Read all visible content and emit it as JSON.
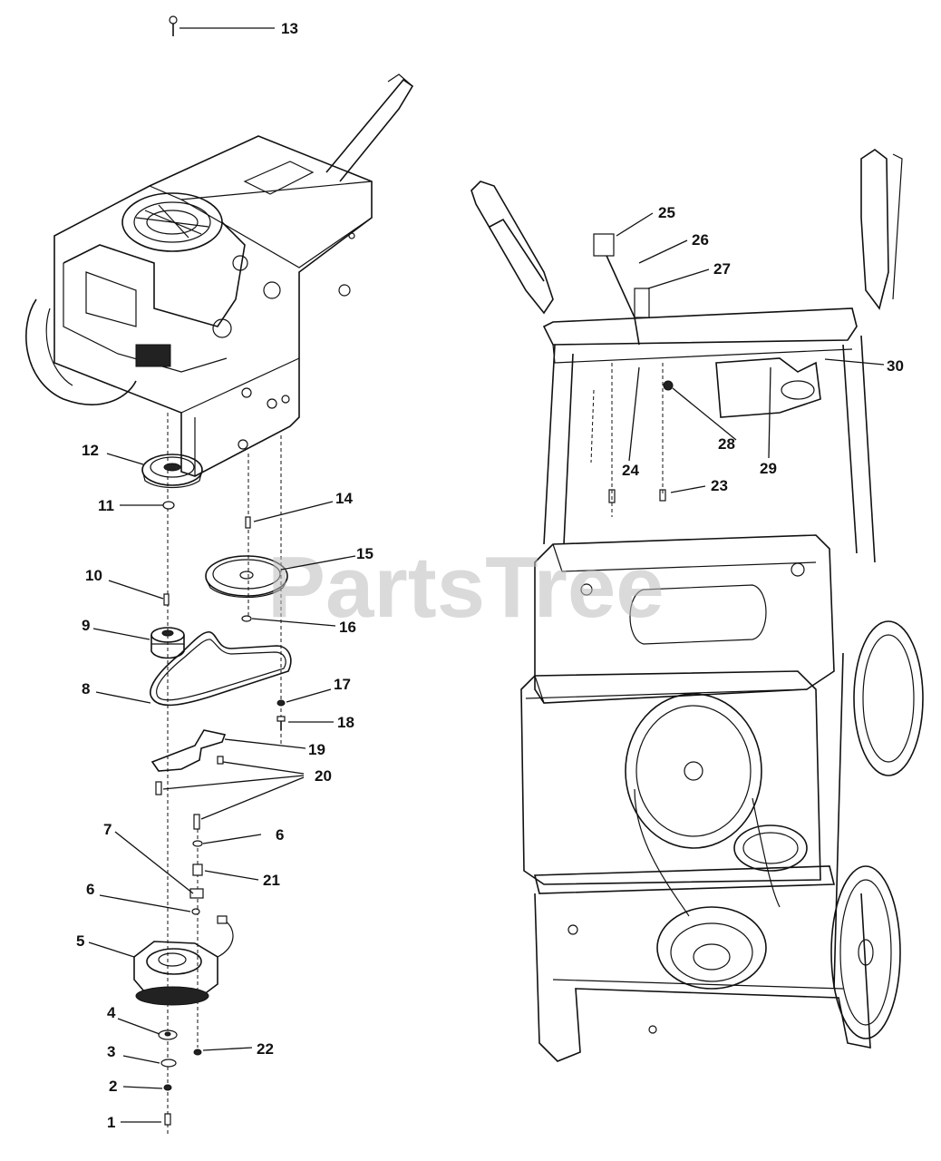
{
  "watermark": "PartsTree",
  "callouts": [
    {
      "id": "c1",
      "label": "1"
    },
    {
      "id": "c2",
      "label": "2"
    },
    {
      "id": "c3",
      "label": "3"
    },
    {
      "id": "c4",
      "label": "4"
    },
    {
      "id": "c5",
      "label": "5"
    },
    {
      "id": "c6a",
      "label": "6"
    },
    {
      "id": "c6b",
      "label": "6"
    },
    {
      "id": "c7",
      "label": "7"
    },
    {
      "id": "c8",
      "label": "8"
    },
    {
      "id": "c9",
      "label": "9"
    },
    {
      "id": "c10",
      "label": "10"
    },
    {
      "id": "c11",
      "label": "11"
    },
    {
      "id": "c12",
      "label": "12"
    },
    {
      "id": "c13",
      "label": "13"
    },
    {
      "id": "c14",
      "label": "14"
    },
    {
      "id": "c15",
      "label": "15"
    },
    {
      "id": "c16",
      "label": "16"
    },
    {
      "id": "c17",
      "label": "17"
    },
    {
      "id": "c18",
      "label": "18"
    },
    {
      "id": "c19",
      "label": "19"
    },
    {
      "id": "c20",
      "label": "20"
    },
    {
      "id": "c21",
      "label": "21"
    },
    {
      "id": "c22",
      "label": "22"
    },
    {
      "id": "c23",
      "label": "23"
    },
    {
      "id": "c24",
      "label": "24"
    },
    {
      "id": "c25",
      "label": "25"
    },
    {
      "id": "c26",
      "label": "26"
    },
    {
      "id": "c27",
      "label": "27"
    },
    {
      "id": "c28",
      "label": "28"
    },
    {
      "id": "c29",
      "label": "29"
    },
    {
      "id": "c30",
      "label": "30"
    }
  ],
  "colors": {
    "line": "#111111",
    "watermark": "#bdbdbd",
    "background": "#ffffff"
  }
}
